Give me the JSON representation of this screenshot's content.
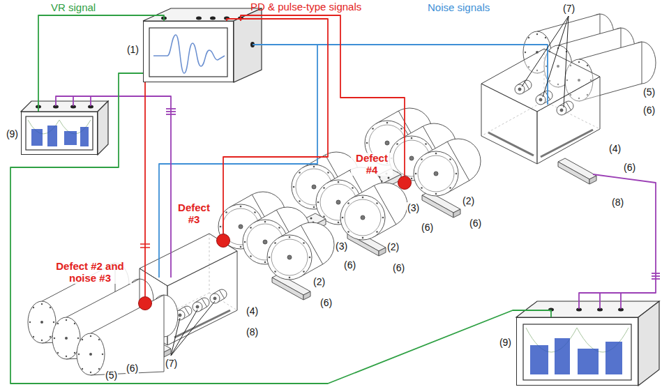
{
  "diagram": {
    "nodes": [
      {
        "text": [
          "(1)"
        ]
      },
      {
        "text": [
          "(9)"
        ]
      },
      {
        "text": [
          "Defect #4"
        ]
      },
      {
        "text": [
          "Defect #3"
        ]
      },
      {
        "text": [
          "Defect #2 and noise #3"
        ]
      },
      {
        "text": [
          "(9)"
        ]
      }
    ],
    "edges": [
      {
        "from": 0,
        "to": 1,
        "arrow": "none"
      },
      {
        "from": 0,
        "to": 5,
        "arrow": "none"
      },
      {
        "from": 0,
        "to": 2,
        "arrow": "none"
      },
      {
        "from": 0,
        "to": 3,
        "arrow": "none"
      },
      {
        "from": 0,
        "to": 4,
        "arrow": "none"
      }
    ],
    "labels": [
      "VR signal",
      "PD & pulse-type signals",
      "Noise signals",
      "(7)",
      "(5)",
      "(6)",
      "(4)",
      "(6)",
      "(8)",
      "(2)",
      "(6)",
      "(3)",
      "(6)",
      "(2)",
      "(6)",
      "(3)",
      "(6)",
      "(2)",
      "(6)",
      "(4)",
      "(8)",
      "(7)",
      "(6)",
      "(5)"
    ]
  }
}
